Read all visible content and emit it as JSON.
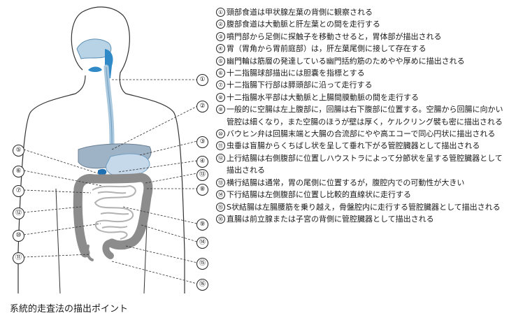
{
  "caption": "系統的走査法の描出ポイント",
  "callouts": [
    "①",
    "②",
    "③",
    "④",
    "⑤",
    "⑥",
    "⑦",
    "⑧",
    "⑨",
    "⑩",
    "⑪",
    "⑫",
    "⑬",
    "⑭",
    "⑮",
    "⑯"
  ],
  "notes": [
    {
      "num": "①",
      "text": "頸部食道は甲状腺左葉の背側に観察される"
    },
    {
      "num": "②",
      "text": "腹部食道は大動脈と肝左葉との間を走行する"
    },
    {
      "num": "③",
      "text": "噴門部から足側に探触子を移動させると，胃体部が描出される"
    },
    {
      "num": "④",
      "text": "胃（胃角から胃前庭部）は，肝左葉尾側に接して存在する"
    },
    {
      "num": "⑤",
      "text": "幽門輪は筋層の発達している幽門括約筋のためやや厚めに描出される"
    },
    {
      "num": "⑥",
      "text": "十二指腸球部描出には胆嚢を指標とする"
    },
    {
      "num": "⑦",
      "text": "十二指腸下行部は膵頭部に沿って走行する"
    },
    {
      "num": "⑧",
      "text": "十二指腸水平部は大動脈と上腸間膜動脈の間を走行する"
    },
    {
      "num": "⑨",
      "text": "一般的に空腸は左上腹部に，回腸は右下腹部に位置する。空腸から回腸に向かい管腔は細くなり，また空腸のほうが壁は厚く，ケルクリング襞も密に描出される"
    },
    {
      "num": "⑩",
      "text": "バウヒン弁は回腸末端と大腸の合流部にやや高エコーで同心円状に描出される"
    },
    {
      "num": "⑪",
      "text": "虫垂は盲腸からくちばし状を呈して垂れ下がる管腔臓器として描出される"
    },
    {
      "num": "⑫",
      "text": "上行結腸は右側腹部に位置しハウストラによって分節状を呈する管腔臓器として描出される"
    },
    {
      "num": "⑬",
      "text": "横行結腸は通常，胃の尾側に位置するが，腹腔内での可動性が大きい"
    },
    {
      "num": "⑭",
      "text": "下行結腸は左側腹部に位置し比較的直線状に走行する"
    },
    {
      "num": "⑮",
      "text": "S状結腸は左腸腰筋を乗り越え，骨盤腔内に走行する管腔臓器として描出される"
    },
    {
      "num": "⑯",
      "text": "直腸は前立腺または子宮の背側に管腔臓器として描出される"
    }
  ]
}
